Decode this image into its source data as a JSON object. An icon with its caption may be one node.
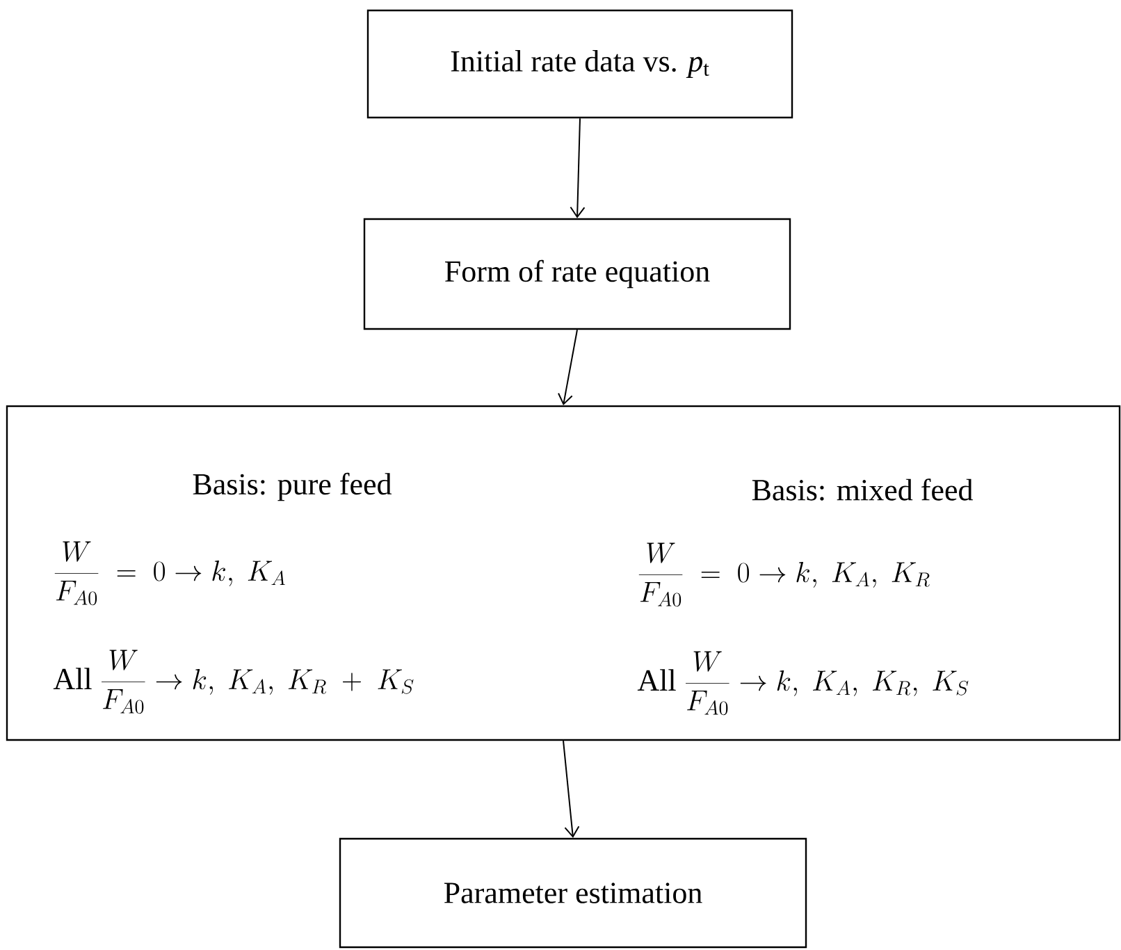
{
  "diagram": {
    "nodes": [
      {
        "text": [
          "Initial rate data vs. *p*$_{t}$"
        ]
      },
      {
        "text": [
          "Form of rate equation"
        ]
      },
      {
        "text": [
          "Basis: pure feed",
          "\\frac{W}{F_{A0}} \\;=\\; 0 \\rightarrow k,\\ K_A",
          "\\textrm{All}\\ \\frac{W}{F_{A0}} \\rightarrow k,\\ K_A,\\ K_R \\;+\\; K_S",
          "Basis: mixed feed",
          "\\frac{W}{F_{A0}} \\;=\\; 0 \\rightarrow k,\\ K_A,\\ K_R",
          "\\textrm{All}\\ \\frac{W}{F_{A0}} \\rightarrow k,\\ K_A,\\ K_R,\\ K_S"
        ]
      },
      {
        "text": [
          "Parameter estimation"
        ]
      }
    ],
    "edges": [
      {
        "from": 0,
        "to": 1,
        "arrow": "to"
      },
      {
        "from": 1,
        "to": 2,
        "arrow": "to"
      },
      {
        "from": 2,
        "to": 3,
        "arrow": "to"
      }
    ]
  }
}
